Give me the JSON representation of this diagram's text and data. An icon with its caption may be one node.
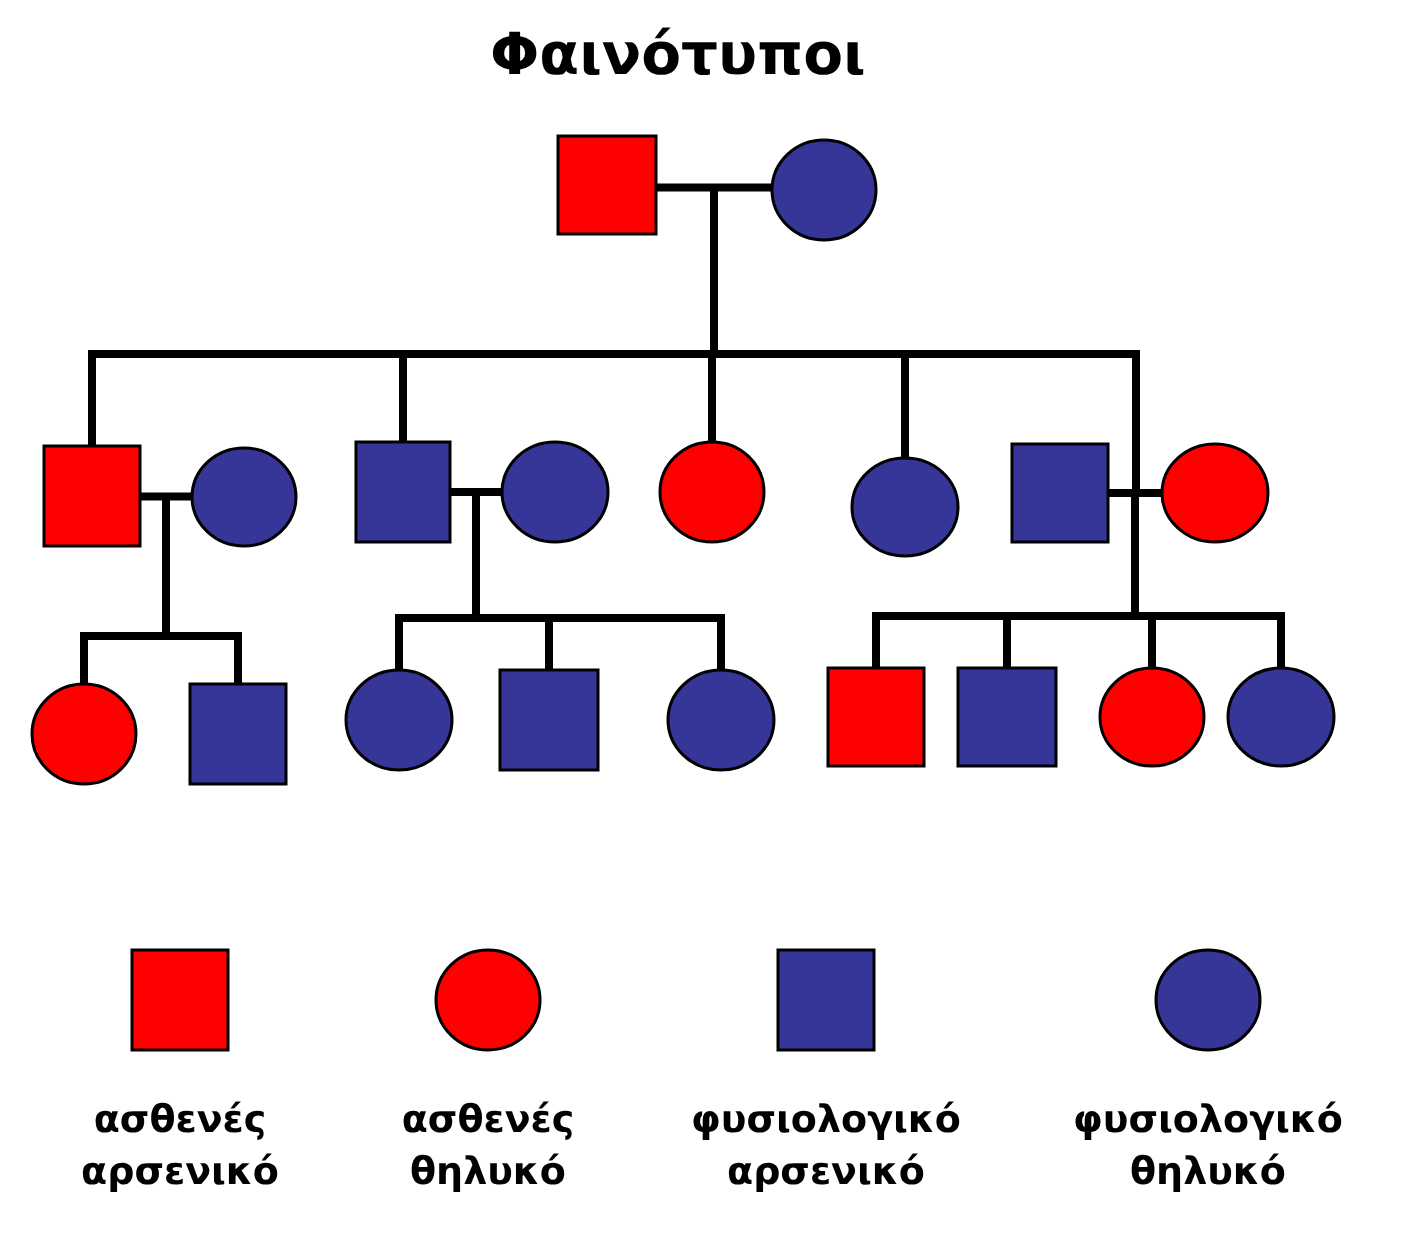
{
  "diagram": {
    "title": "Φαινότυποι",
    "nodes": [
      {
        "text": [],
        "shape": "box"
      },
      {
        "text": [],
        "shape": "circle"
      },
      {
        "text": [],
        "shape": "box"
      },
      {
        "text": [],
        "shape": "circle"
      },
      {
        "text": [],
        "shape": "box"
      },
      {
        "text": [],
        "shape": "circle"
      },
      {
        "text": [],
        "shape": "circle"
      },
      {
        "text": [],
        "shape": "circle"
      },
      {
        "text": [],
        "shape": "box"
      },
      {
        "text": [],
        "shape": "circle"
      },
      {
        "text": [],
        "shape": "circle"
      },
      {
        "text": [],
        "shape": "box"
      },
      {
        "text": [],
        "shape": "circle"
      },
      {
        "text": [],
        "shape": "box"
      },
      {
        "text": [],
        "shape": "circle"
      },
      {
        "text": [],
        "shape": "box"
      },
      {
        "text": [],
        "shape": "box"
      },
      {
        "text": [],
        "shape": "circle"
      },
      {
        "text": [],
        "shape": "circle"
      }
    ],
    "edges": [
      {
        "from": 0,
        "to": 1,
        "arrow": "none"
      },
      {
        "from": 0,
        "to": 2,
        "arrow": "none"
      },
      {
        "from": 1,
        "to": 2,
        "arrow": "none"
      },
      {
        "from": 0,
        "to": 4,
        "arrow": "none"
      },
      {
        "from": 1,
        "to": 4,
        "arrow": "none"
      },
      {
        "from": 0,
        "to": 6,
        "arrow": "none"
      },
      {
        "from": 1,
        "to": 6,
        "arrow": "none"
      },
      {
        "from": 0,
        "to": 7,
        "arrow": "none"
      },
      {
        "from": 1,
        "to": 7,
        "arrow": "none"
      },
      {
        "from": 0,
        "to": 8,
        "arrow": "none"
      },
      {
        "from": 1,
        "to": 8,
        "arrow": "none"
      },
      {
        "from": 2,
        "to": 3,
        "arrow": "none"
      },
      {
        "from": 2,
        "to": 10,
        "arrow": "none"
      },
      {
        "from": 3,
        "to": 10,
        "arrow": "none"
      },
      {
        "from": 2,
        "to": 11,
        "arrow": "none"
      },
      {
        "from": 3,
        "to": 11,
        "arrow": "none"
      },
      {
        "from": 4,
        "to": 5,
        "arrow": "none"
      },
      {
        "from": 4,
        "to": 12,
        "arrow": "none"
      },
      {
        "from": 5,
        "to": 12,
        "arrow": "none"
      },
      {
        "from": 4,
        "to": 13,
        "arrow": "none"
      },
      {
        "from": 5,
        "to": 13,
        "arrow": "none"
      },
      {
        "from": 4,
        "to": 14,
        "arrow": "none"
      },
      {
        "from": 5,
        "to": 14,
        "arrow": "none"
      },
      {
        "from": 8,
        "to": 9,
        "arrow": "none"
      },
      {
        "from": 8,
        "to": 15,
        "arrow": "none"
      },
      {
        "from": 9,
        "to": 15,
        "arrow": "none"
      },
      {
        "from": 8,
        "to": 16,
        "arrow": "none"
      },
      {
        "from": 9,
        "to": 16,
        "arrow": "none"
      },
      {
        "from": 8,
        "to": 17,
        "arrow": "none"
      },
      {
        "from": 9,
        "to": 17,
        "arrow": "none"
      },
      {
        "from": 8,
        "to": 18,
        "arrow": "none"
      },
      {
        "from": 9,
        "to": 18,
        "arrow": "none"
      }
    ],
    "legend": [
      {
        "text": "ασθενές αρσενικό",
        "color": "#ff0000"
      },
      {
        "text": "ασθενές θηλυκό",
        "color": "#ff0000"
      },
      {
        "text": "φυσιολογικό αρσενικό",
        "color": "#363699"
      },
      {
        "text": "φυσιολογικό θηλυκό",
        "color": "#363699"
      }
    ]
  }
}
